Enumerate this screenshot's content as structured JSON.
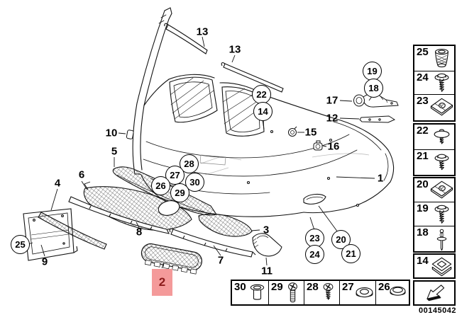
{
  "diagram": {
    "id_code": "00145042",
    "line_color": "#000000",
    "highlight_bg": "#f49a9a",
    "highlight_text": "#8b1a1a",
    "callouts_plain": [
      {
        "label": "13"
      },
      {
        "label": "13"
      },
      {
        "label": "1"
      },
      {
        "label": "17"
      },
      {
        "label": "12"
      },
      {
        "label": "15"
      },
      {
        "label": "16"
      },
      {
        "label": "10"
      },
      {
        "label": "5"
      },
      {
        "label": "6"
      },
      {
        "label": "4"
      },
      {
        "label": "9"
      },
      {
        "label": "8"
      },
      {
        "label": "3"
      },
      {
        "label": "7"
      },
      {
        "label": "11"
      }
    ],
    "callout_highlighted": {
      "label": "2"
    },
    "callouts_circled": [
      {
        "label": "22"
      },
      {
        "label": "14"
      },
      {
        "label": "19"
      },
      {
        "label": "18"
      },
      {
        "label": "28"
      },
      {
        "label": "27"
      },
      {
        "label": "30"
      },
      {
        "label": "26"
      },
      {
        "label": "29"
      },
      {
        "label": "23"
      },
      {
        "label": "24"
      },
      {
        "label": "20"
      },
      {
        "label": "21"
      },
      {
        "label": "25"
      }
    ],
    "fastener_column": [
      {
        "label": "25",
        "icon": "rivet-nut-icon"
      },
      {
        "label": "24",
        "icon": "screw-icon"
      },
      {
        "label": "23",
        "icon": "clip-nut-icon"
      },
      {
        "label": "22",
        "icon": "washer-screw-icon"
      },
      {
        "label": "21",
        "icon": "screw-short-icon"
      },
      {
        "label": "20",
        "icon": "clip-nut-icon"
      },
      {
        "label": "19",
        "icon": "screw-icon"
      },
      {
        "label": "18",
        "icon": "expanding-rivet-icon"
      },
      {
        "label": "14",
        "icon": "square-nut-icon"
      }
    ],
    "fastener_row": [
      {
        "label": "30",
        "icon": "sleeve-icon"
      },
      {
        "label": "29",
        "icon": "phillips-screw-long-icon"
      },
      {
        "label": "28",
        "icon": "phillips-screw-short-icon"
      },
      {
        "label": "27",
        "icon": "washer-icon"
      },
      {
        "label": "26",
        "icon": "cap-icon"
      }
    ]
  }
}
